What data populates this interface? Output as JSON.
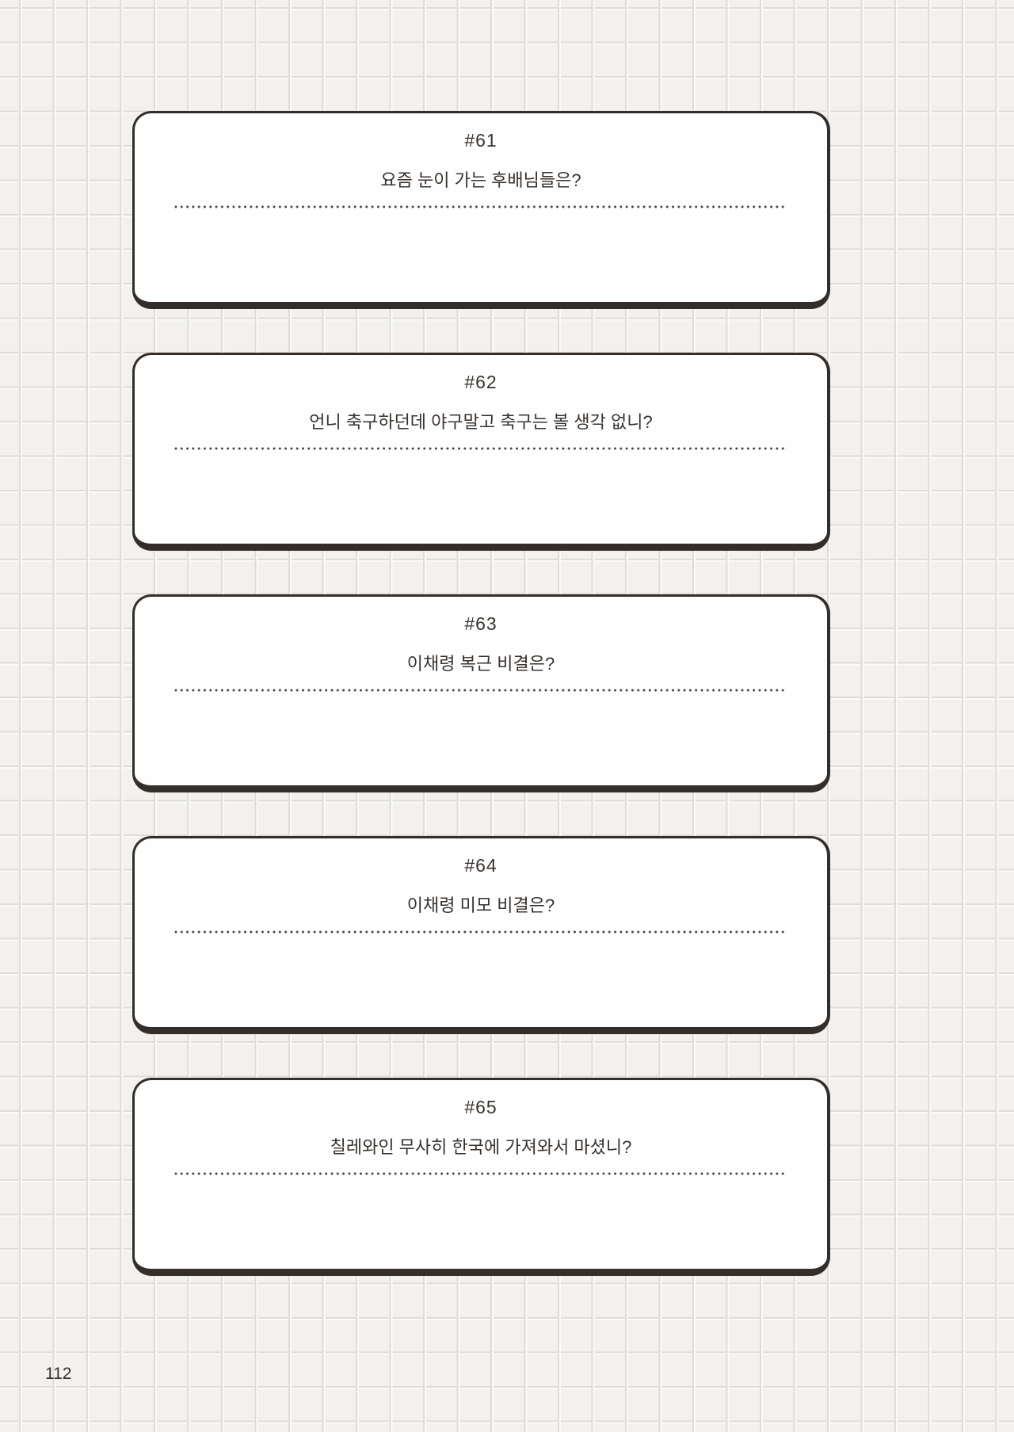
{
  "page": {
    "number": "112"
  },
  "colors": {
    "background": "#f2f1ef",
    "grid_line": "#dfdcd8",
    "grid_highlight": "#fbfaf9",
    "card_background": "#fffefe",
    "card_border": "#332e29",
    "text": "#37332f",
    "dotted_line": "#4a453f"
  },
  "cards": [
    {
      "number": "#61",
      "question": "요즘 눈이 가는 후배님들은?"
    },
    {
      "number": "#62",
      "question": "언니 축구하던데 야구말고 축구는 볼 생각 없니?"
    },
    {
      "number": "#63",
      "question": "이채령 복근 비결은?"
    },
    {
      "number": "#64",
      "question": "이채령 미모 비결은?"
    },
    {
      "number": "#65",
      "question": "칠레와인 무사히 한국에 가져와서 마셨니?"
    }
  ]
}
